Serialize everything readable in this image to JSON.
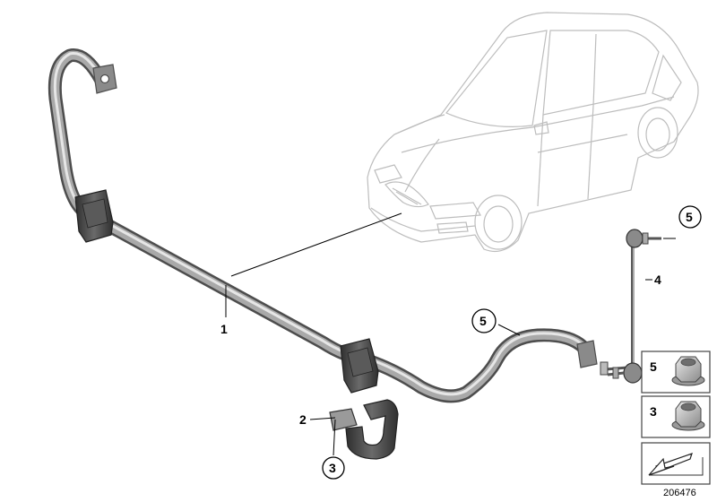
{
  "diagram": {
    "callouts": [
      {
        "id": "c1",
        "text": "1"
      },
      {
        "id": "c2",
        "text": "2"
      },
      {
        "id": "c3",
        "text": "3"
      },
      {
        "id": "c4",
        "text": "4"
      },
      {
        "id": "c5a",
        "text": "5"
      },
      {
        "id": "c5b",
        "text": "5"
      }
    ],
    "legend": {
      "items": [
        {
          "text": "5",
          "icon": "hex-flange-nut-icon"
        },
        {
          "text": "3",
          "icon": "hex-flange-nut-icon"
        }
      ],
      "arrow_icon": "direction-arrow-icon"
    },
    "diagram_id": "206476",
    "colors": {
      "bar_dark": "#6e6e6e",
      "bar_light": "#d9d9d9",
      "bushing": "#4a4a4a",
      "car_outline": "#bdbdbd"
    }
  }
}
